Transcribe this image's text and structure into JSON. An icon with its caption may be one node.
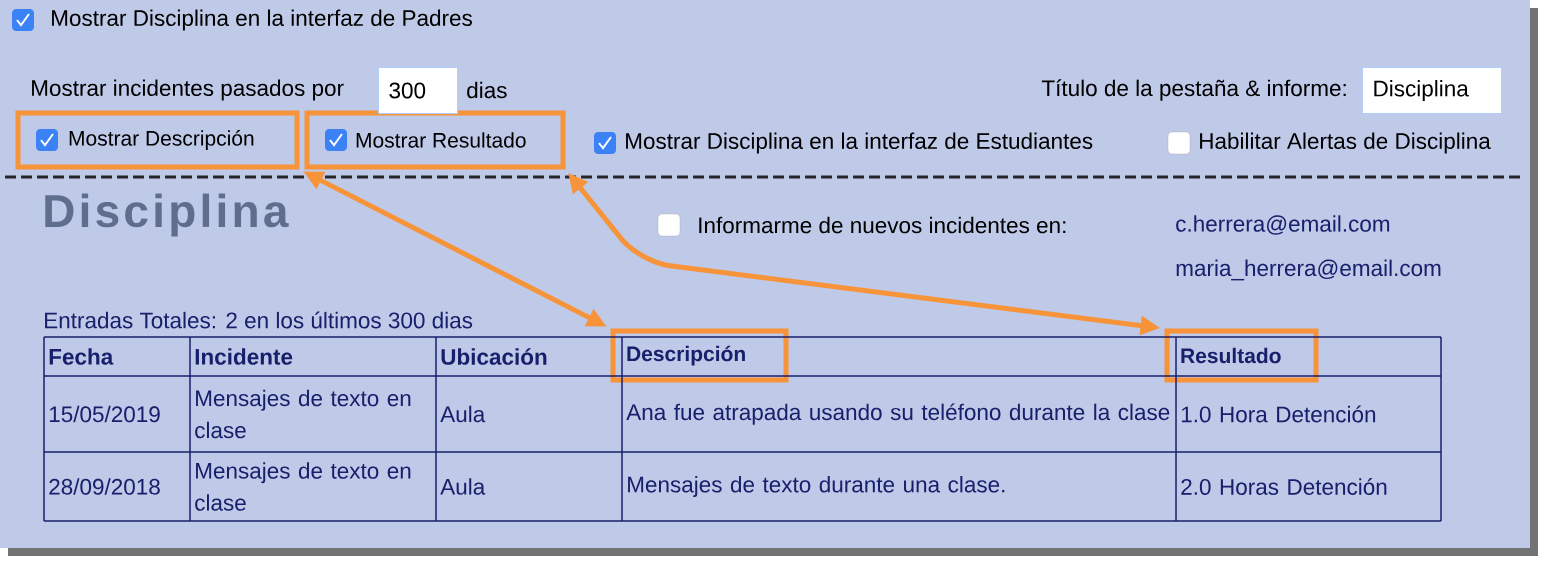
{
  "diagram": {
    "nodes": [
      {
        "text": [
          "Mostrar Descripción"
        ]
      },
      {
        "text": [
          "Mostrar Resultado"
        ]
      },
      {
        "text": [
          "Descripción"
        ]
      },
      {
        "text": [
          "Resultado"
        ]
      }
    ],
    "edges": [
      {
        "from": 0,
        "to": 2,
        "arrow": "both"
      },
      {
        "from": 1,
        "to": 3,
        "arrow": "both"
      }
    ],
    "labels": [
      "Mostrar Disciplina en la interfaz de Padres",
      "Mostrar incidentes pasados por",
      "300",
      "dias",
      "Título de la pestaña & informe:",
      "Disciplina",
      "Mostrar Disciplina en la interfaz de Estudiantes",
      "Habilitar Alertas de Disciplina",
      "Disciplina",
      "Informarme de nuevos incidentes en:",
      "c.herrera@email.com",
      "maria_herrera@email.com",
      "Entradas Totales: 2 en los últimos 300 dias",
      "Fecha",
      "Incidente",
      "Ubicación",
      "15/05/2019",
      "Mensajes de texto en clase",
      "Aula",
      "Ana fue atrapada usando su teléfono durante la clase",
      "1.0 Hora Detención",
      "28/09/2018",
      "Mensajes de texto en clase",
      "Aula",
      "Mensajes de texto durante una clase.",
      "2.0 Horas Detención"
    ]
  }
}
